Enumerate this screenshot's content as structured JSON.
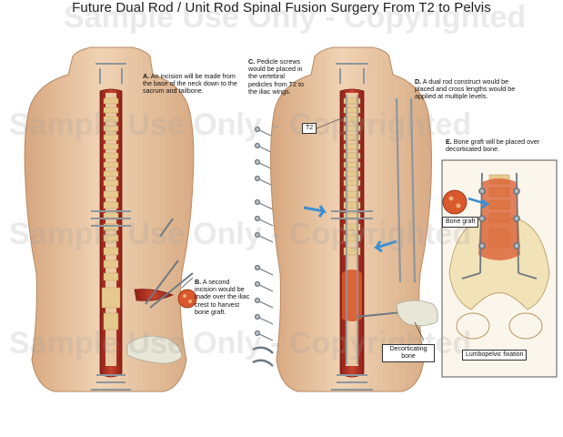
{
  "title": "Future Dual Rod / Unit Rod Spinal Fusion Surgery From T2 to Pelvis",
  "watermark": "Sample Use Only - Copyrighted",
  "panels": {
    "a": {
      "label": "A.",
      "text": "An incision will be made from the base of the neck down to the sacrum and tailbone."
    },
    "b": {
      "label": "B.",
      "text": "A second incision would be made over the iliac crest to harvest bone graft."
    },
    "c": {
      "label": "C.",
      "text": "Pedicle screws would be placed in the vertebral pedicles from T2 to the iliac wings."
    },
    "d": {
      "label": "D.",
      "text": "A dual rod construct would be placed and cross lengths would be applied at multiple levels."
    },
    "e": {
      "label": "E.",
      "text": "Bone graft will be placed over decorticated bone."
    }
  },
  "callouts": {
    "t2": "T2",
    "bone_graft": "Bone graft",
    "decorticating_bone": "Decorticating bone",
    "lumbopelvic_fixation": "Lumbopelvic fixation"
  },
  "colors": {
    "skin": "#e9c9a8",
    "skin_shadow": "#d9ad86",
    "muscle": "#c0392b",
    "bone": "#f2e2b8",
    "metal": "#9aa3ab",
    "graft": "#d9582c",
    "arrow": "#3a8fd0"
  }
}
